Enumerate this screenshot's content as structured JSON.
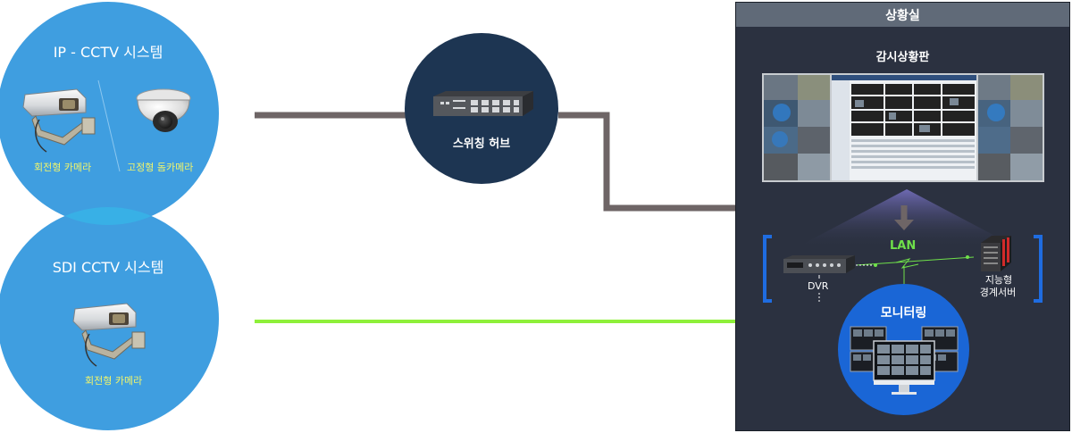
{
  "ip_system": {
    "title": "IP - CCTV 시스템",
    "rotating_camera": "회전형  카메라",
    "fixed_camera": "고정형 돔카메라"
  },
  "sdi_system": {
    "title": "SDI CCTV 시스템",
    "rotating_camera": "회전형  카메라"
  },
  "switching_hub": {
    "label": "스위칭 허브"
  },
  "control_room": {
    "title": "상황실",
    "monitor_wall_label": "감시상황판",
    "lan_label": "LAN",
    "dvr_label": "DVR",
    "server_label_1": "지능형",
    "server_label_2": "경계서버",
    "monitoring_label": "모니터링"
  },
  "colors": {
    "circle_blue": "#3f9ee0",
    "hub_navy": "#1d3552",
    "gray_line": "#6e6566",
    "green_line": "#8ef03a",
    "room_bg": "#2b3140",
    "room_header": "#606a78",
    "lan_green": "#6fe04a",
    "bracket_blue": "#1f6ce0",
    "monitoring_circle": "#1a66d6"
  }
}
